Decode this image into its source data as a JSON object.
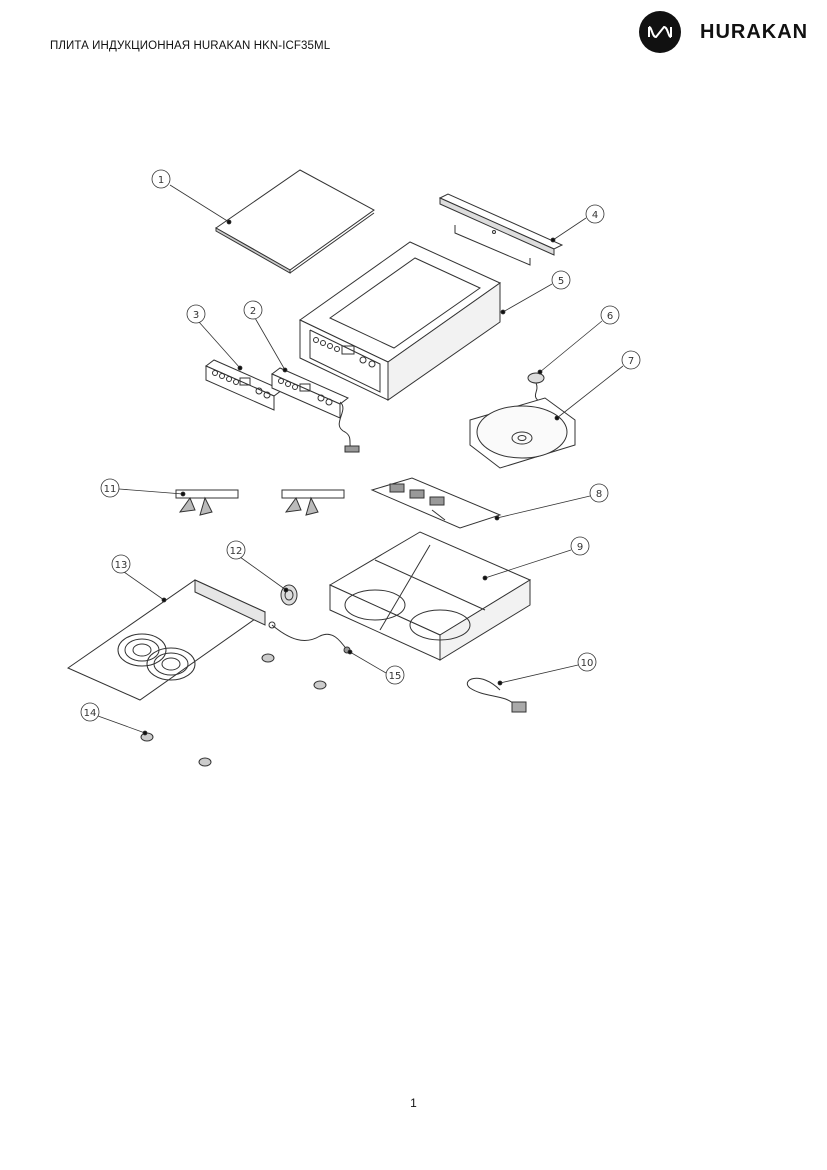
{
  "header": {
    "document_title": "ПЛИТА ИНДУКЦИОННАЯ HURAKAN HKN-ICF35ML",
    "brand_name": "HURAKAN",
    "brand_icon": "brand-wave-icon"
  },
  "diagram": {
    "callouts": [
      "1",
      "2",
      "3",
      "4",
      "5",
      "6",
      "7",
      "8",
      "9",
      "10",
      "11",
      "12",
      "13",
      "14",
      "15"
    ]
  },
  "footer": {
    "page_number": "1"
  }
}
